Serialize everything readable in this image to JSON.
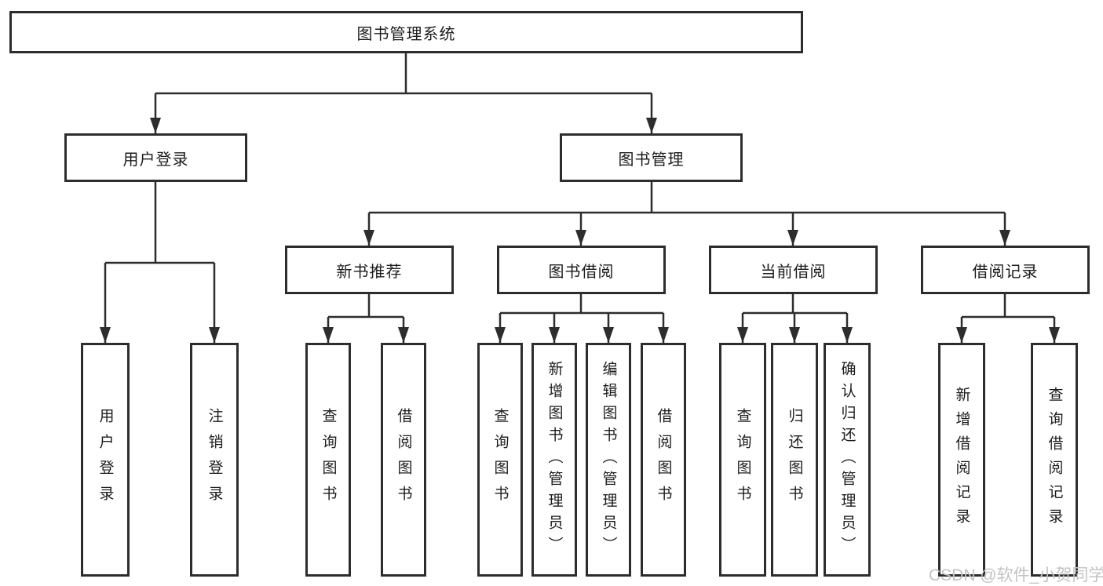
{
  "tree": {
    "label": "图书管理系统",
    "children": [
      {
        "label": "用户登录",
        "children": [
          {
            "label": "用户登录"
          },
          {
            "label": "注销登录"
          }
        ]
      },
      {
        "label": "图书管理",
        "children": [
          {
            "label": "新书推荐",
            "children": [
              {
                "label": "查询图书"
              },
              {
                "label": "借阅图书"
              }
            ]
          },
          {
            "label": "图书借阅",
            "children": [
              {
                "label": "查询图书"
              },
              {
                "label": "新增图书（管理员）"
              },
              {
                "label": "编辑图书（管理员）"
              },
              {
                "label": "借阅图书"
              }
            ]
          },
          {
            "label": "当前借阅",
            "children": [
              {
                "label": "查询图书"
              },
              {
                "label": "归还图书"
              },
              {
                "label": "确认归还（管理员）"
              }
            ]
          },
          {
            "label": "借阅记录",
            "children": [
              {
                "label": "新增借阅记录"
              },
              {
                "label": "查询借阅记录"
              }
            ]
          }
        ]
      }
    ]
  },
  "watermark": {
    "text": "CSDN @软件_小贺同学"
  },
  "colors": {
    "line": "#2d2d2d",
    "box_border": "#2d2d2d",
    "text": "#1c1c1c",
    "watermark": "#c3c3c3",
    "background": "#ffffff"
  }
}
